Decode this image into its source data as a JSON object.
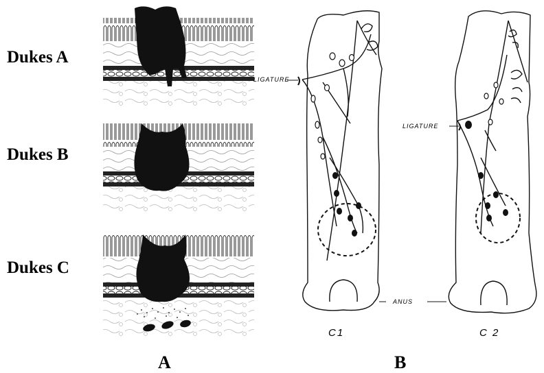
{
  "panel_a": {
    "letter": "A",
    "stages": [
      {
        "label": "Dukes A"
      },
      {
        "label": "Dukes B"
      },
      {
        "label": "Dukes C"
      }
    ]
  },
  "panel_b": {
    "letter": "B",
    "specimen_1_label": "C1",
    "specimen_2_label": "C 2",
    "ligature_label": "LIGATURE",
    "anus_label": "ANUS"
  }
}
